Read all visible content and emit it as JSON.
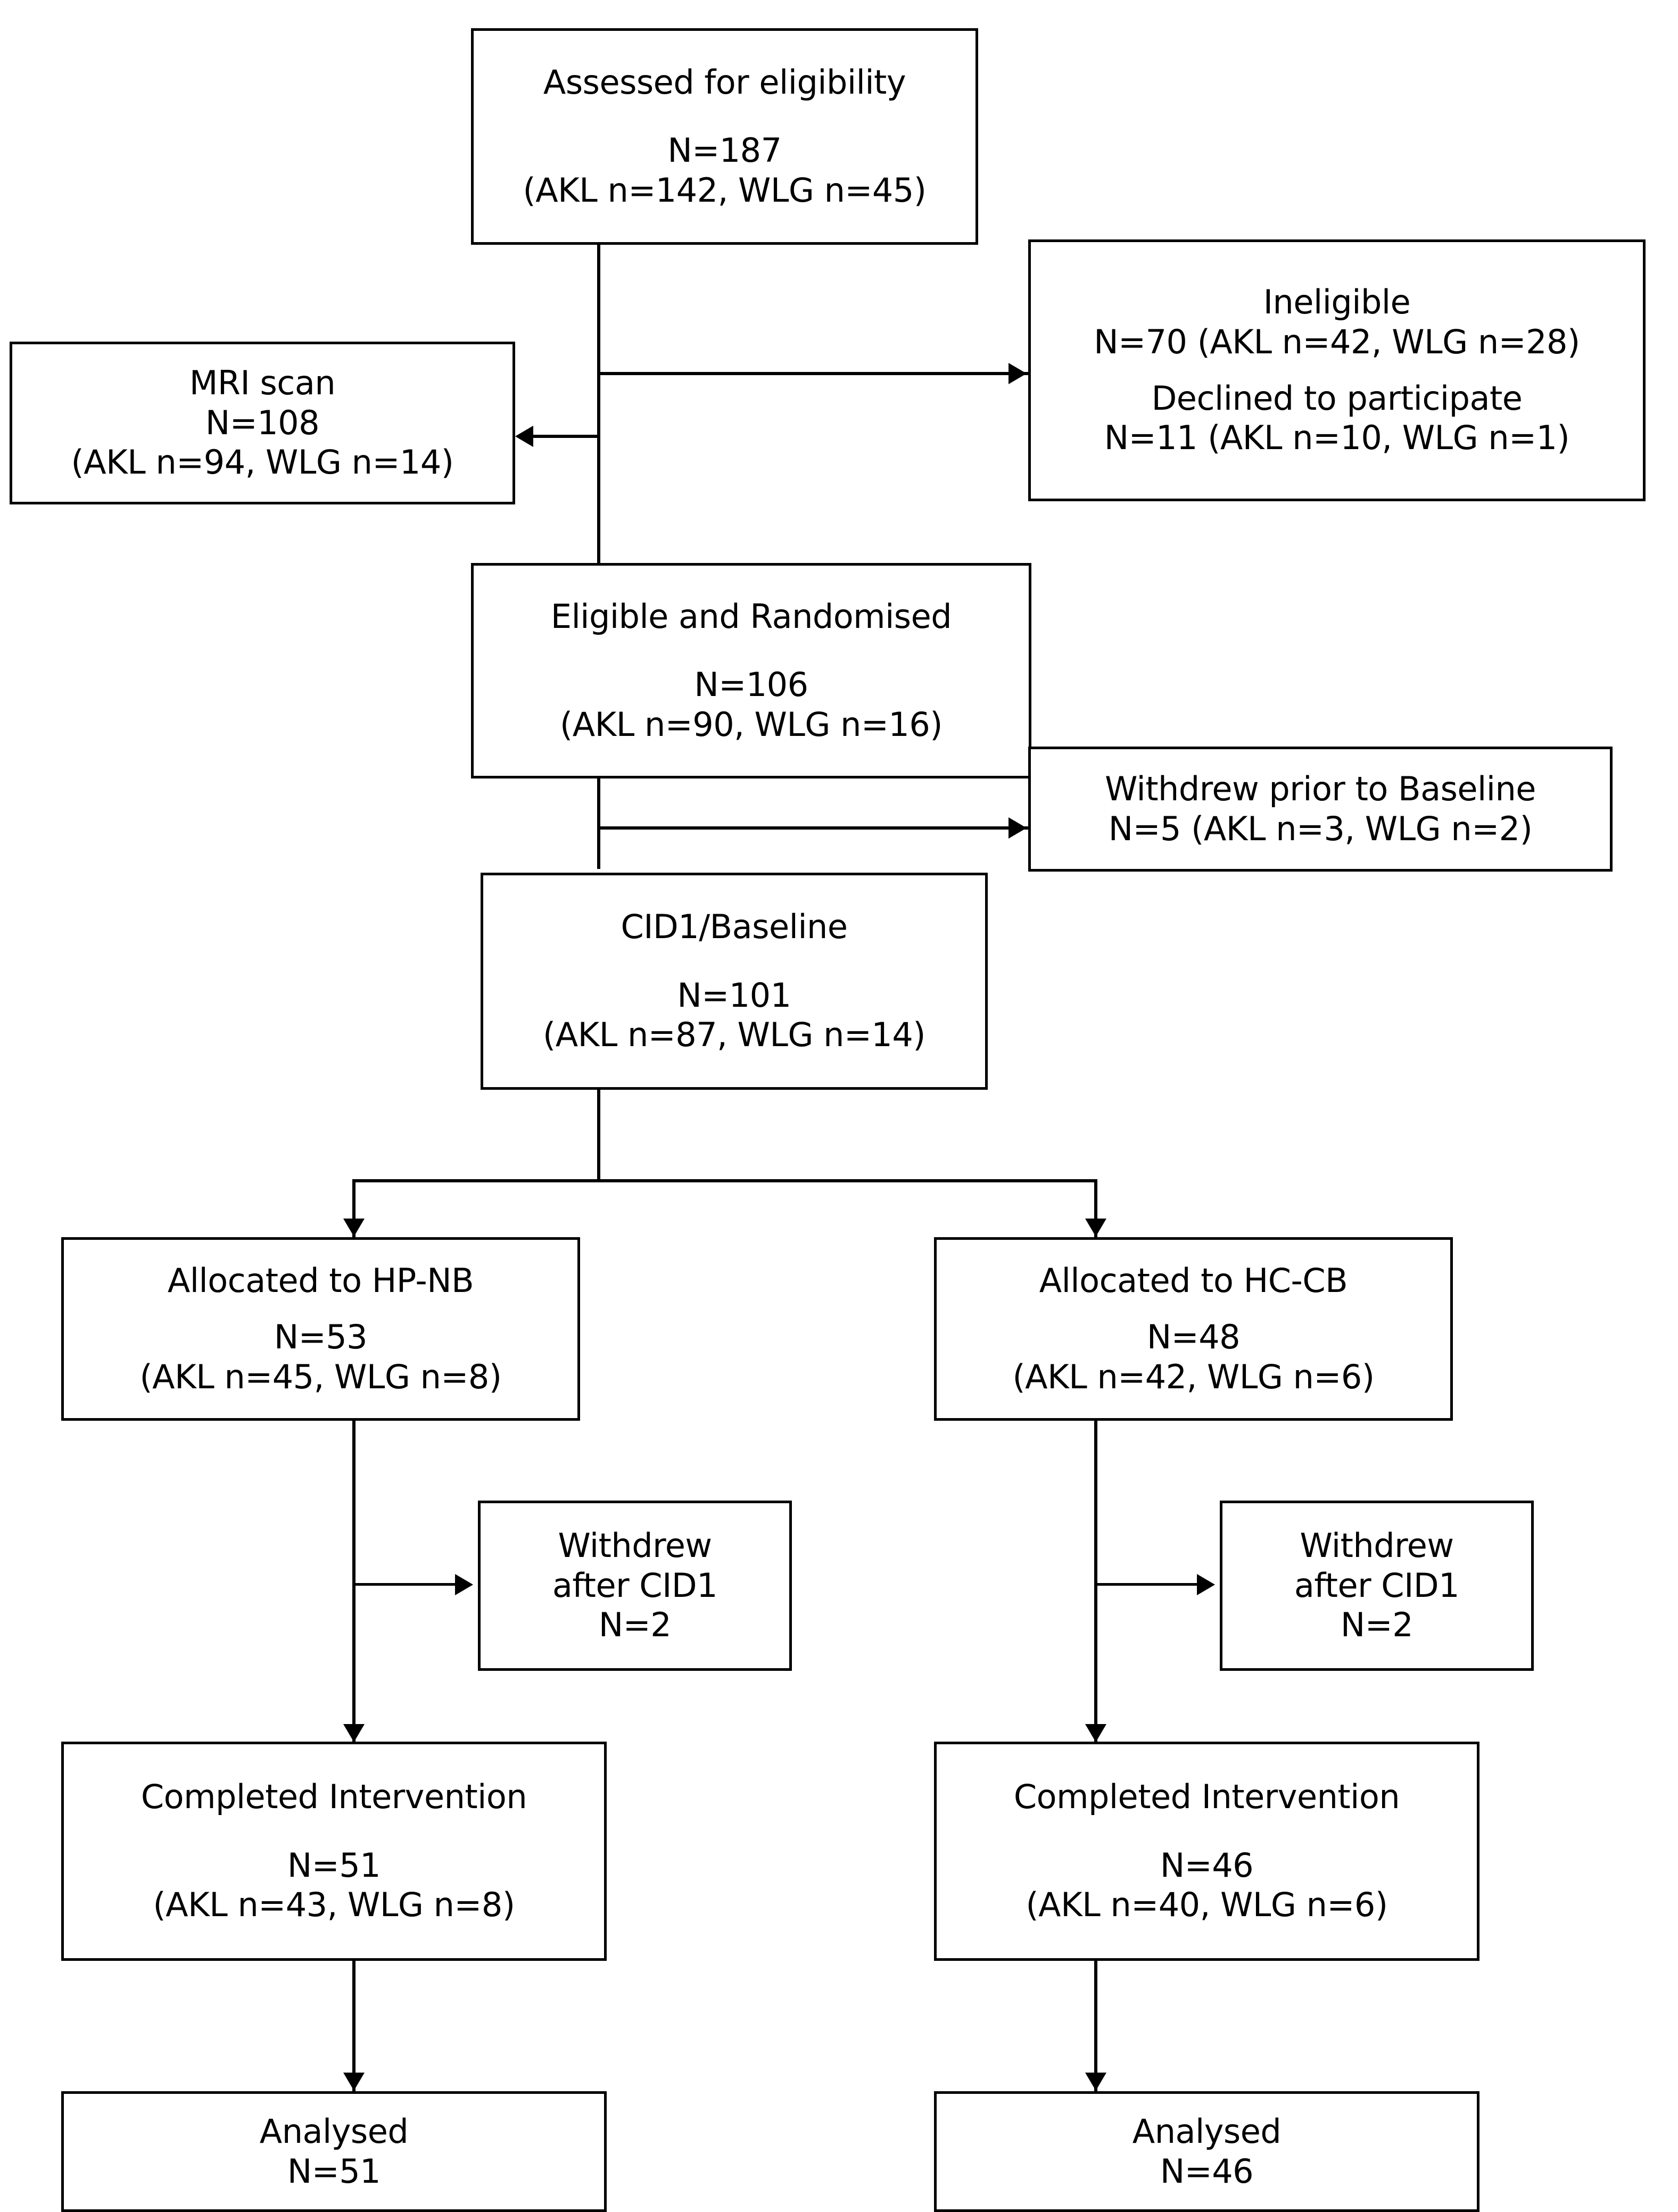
{
  "diagram": {
    "type": "consort-flow-diagram",
    "group_legend": {
      "akl": "AKL",
      "wlg": "WLG"
    },
    "nodes": {
      "assessed": {
        "title": "Assessed for eligibility",
        "total": "N=187",
        "breakdown": "(AKL n=142, WLG n=45)"
      },
      "excluded": {
        "ineligible_title": "Ineligible",
        "ineligible_line": "N=70 (AKL n=42, WLG n=28)",
        "declined_title": "Declined to participate",
        "declined_line": "N=11 (AKL n=10, WLG n=1)"
      },
      "mri": {
        "title": "MRI scan",
        "total": "N=108",
        "breakdown": "(AKL n=94, WLG n=14)"
      },
      "randomised": {
        "title": "Eligible and Randomised",
        "total": "N=106",
        "breakdown": "(AKL n=90, WLG n=16)"
      },
      "withdrew_baseline": {
        "title": "Withdrew prior to Baseline",
        "line": "N=5 (AKL n=3, WLG n=2)"
      },
      "baseline": {
        "title": "CID1/Baseline",
        "total": "N=101",
        "breakdown": "(AKL n=87, WLG n=14)"
      },
      "alloc_left": {
        "title": "Allocated to HP-NB",
        "total": "N=53",
        "breakdown": "(AKL n=45, WLG n=8)"
      },
      "alloc_right": {
        "title": "Allocated to HC-CB",
        "total": "N=48",
        "breakdown": "(AKL n=42, WLG n=6)"
      },
      "withdrew_left": {
        "line1": "Withdrew",
        "line2": "after CID1",
        "total": "N=2"
      },
      "withdrew_right": {
        "line1": "Withdrew",
        "line2": "after CID1",
        "total": "N=2"
      },
      "completed_left": {
        "title": "Completed Intervention",
        "total": "N=51",
        "breakdown": "(AKL n=43, WLG n=8)"
      },
      "completed_right": {
        "title": "Completed Intervention",
        "total": "N=46",
        "breakdown": "(AKL n=40, WLG n=6)"
      },
      "analysed_left": {
        "title": "Analysed",
        "total": "N=51"
      },
      "analysed_right": {
        "title": "Analysed",
        "total": "N=46"
      }
    }
  }
}
